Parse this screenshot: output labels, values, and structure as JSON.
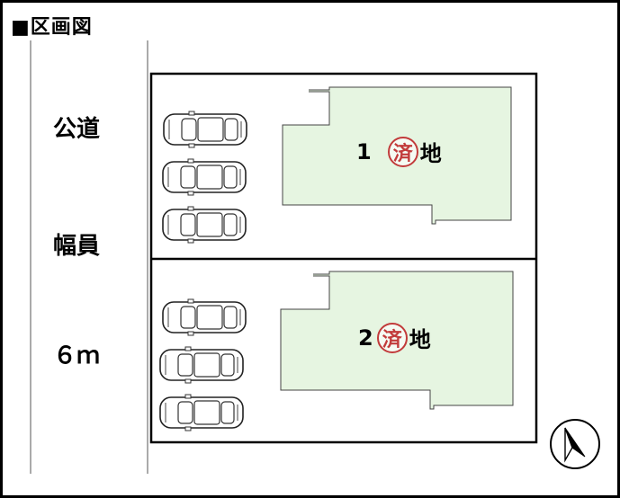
{
  "title": "■区画図",
  "road": {
    "line1": "公道",
    "line2": "幅員",
    "line3": "６ｍ"
  },
  "lots": [
    {
      "number": "1",
      "stamp": "済",
      "suffix": "地"
    },
    {
      "number": "2",
      "stamp": "済",
      "suffix": "地"
    }
  ],
  "colors": {
    "lot_fill": "#e6f5e1",
    "stamp": "#c23b3b",
    "outline": "#000000"
  },
  "icons": {
    "car": "car-icon",
    "north": "north-arrow-icon"
  }
}
